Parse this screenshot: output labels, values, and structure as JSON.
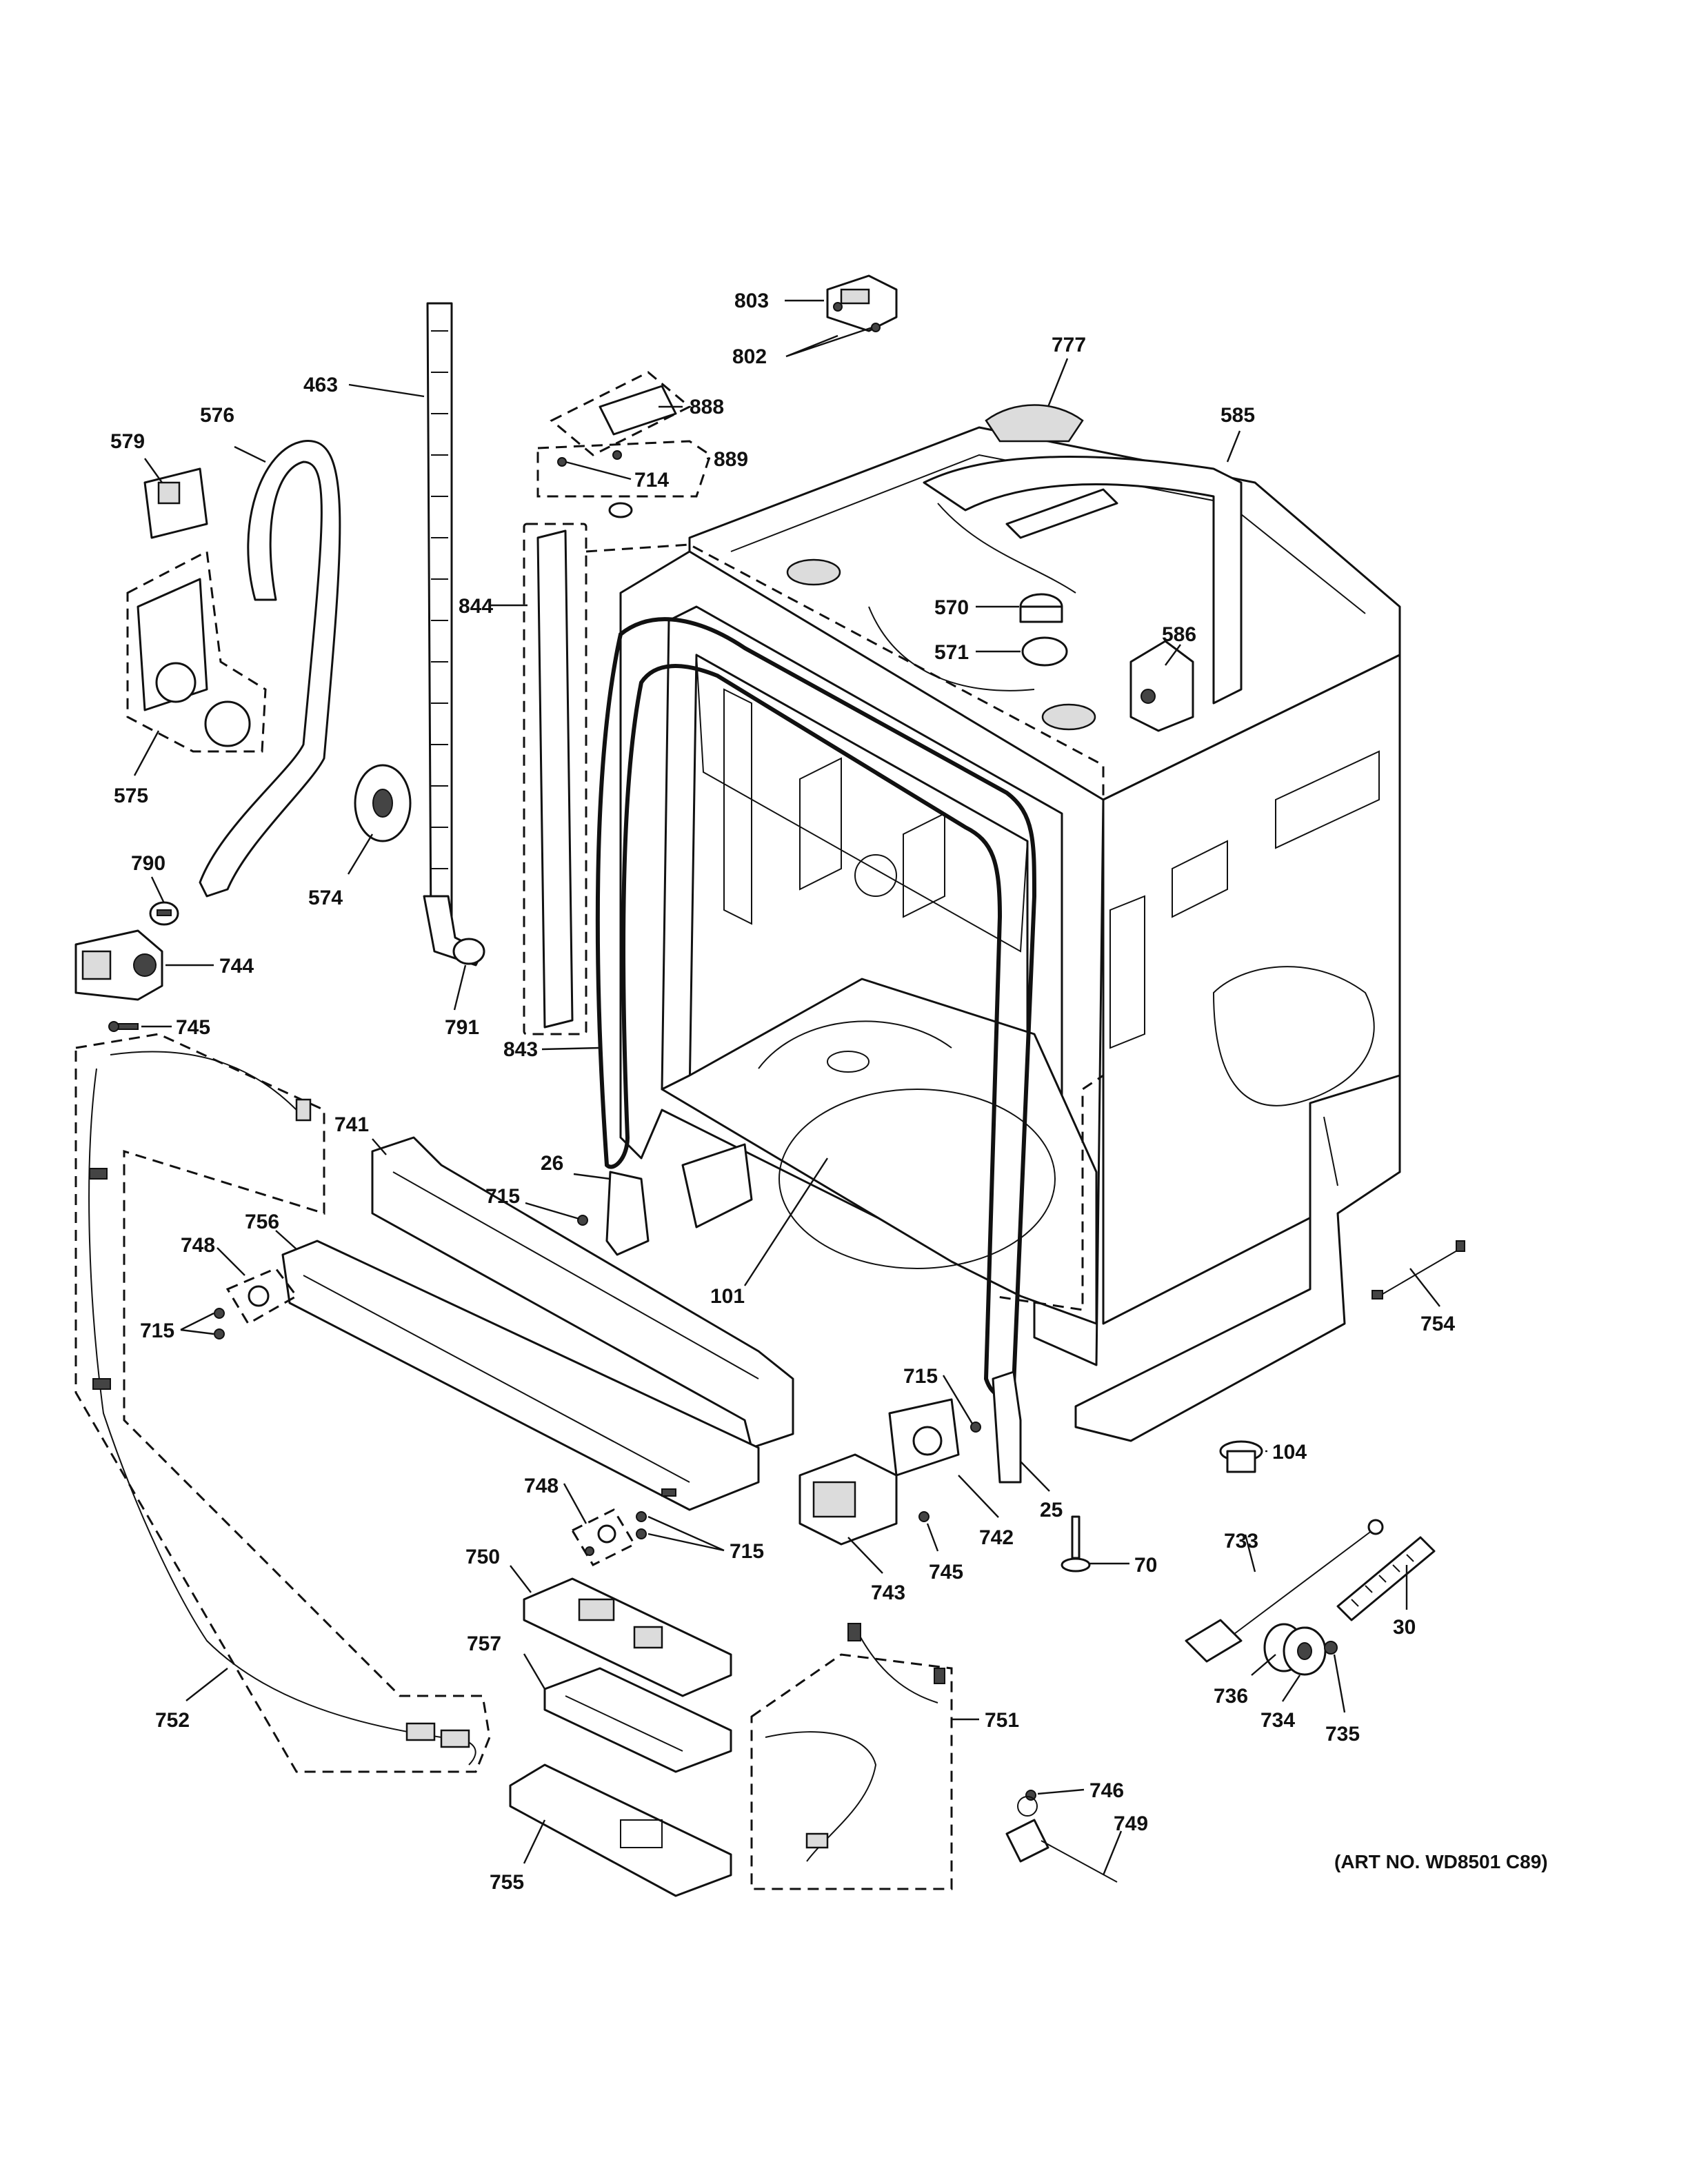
{
  "art_number": "(ART NO. WD8501 C89)",
  "callouts": [
    {
      "id": "c803",
      "text": "803"
    },
    {
      "id": "c802",
      "text": "802"
    },
    {
      "id": "c777",
      "text": "777"
    },
    {
      "id": "c888",
      "text": "888"
    },
    {
      "id": "c889",
      "text": "889"
    },
    {
      "id": "c714",
      "text": "714"
    },
    {
      "id": "c585",
      "text": "585"
    },
    {
      "id": "c463",
      "text": "463"
    },
    {
      "id": "c576",
      "text": "576"
    },
    {
      "id": "c579",
      "text": "579"
    },
    {
      "id": "c844",
      "text": "844"
    },
    {
      "id": "c570",
      "text": "570"
    },
    {
      "id": "c571",
      "text": "571"
    },
    {
      "id": "c586",
      "text": "586"
    },
    {
      "id": "c575",
      "text": "575"
    },
    {
      "id": "c574",
      "text": "574"
    },
    {
      "id": "c790",
      "text": "790"
    },
    {
      "id": "c744",
      "text": "744"
    },
    {
      "id": "c791",
      "text": "791"
    },
    {
      "id": "c745a",
      "text": "745"
    },
    {
      "id": "c843",
      "text": "843"
    },
    {
      "id": "c741",
      "text": "741"
    },
    {
      "id": "c26",
      "text": "26"
    },
    {
      "id": "c715a",
      "text": "715"
    },
    {
      "id": "c756",
      "text": "756"
    },
    {
      "id": "c748a",
      "text": "748"
    },
    {
      "id": "c715b",
      "text": "715"
    },
    {
      "id": "c101",
      "text": "101"
    },
    {
      "id": "c754",
      "text": "754"
    },
    {
      "id": "c715c",
      "text": "715"
    },
    {
      "id": "c104",
      "text": "104"
    },
    {
      "id": "c25",
      "text": "25"
    },
    {
      "id": "c742",
      "text": "742"
    },
    {
      "id": "c748b",
      "text": "748"
    },
    {
      "id": "c715d",
      "text": "715"
    },
    {
      "id": "c745b",
      "text": "745"
    },
    {
      "id": "c743",
      "text": "743"
    },
    {
      "id": "c733",
      "text": "733"
    },
    {
      "id": "c70",
      "text": "70"
    },
    {
      "id": "c750",
      "text": "750"
    },
    {
      "id": "c30",
      "text": "30"
    },
    {
      "id": "c736",
      "text": "736"
    },
    {
      "id": "c734",
      "text": "734"
    },
    {
      "id": "c735",
      "text": "735"
    },
    {
      "id": "c757",
      "text": "757"
    },
    {
      "id": "c752",
      "text": "752"
    },
    {
      "id": "c751",
      "text": "751"
    },
    {
      "id": "c746",
      "text": "746"
    },
    {
      "id": "c749",
      "text": "749"
    },
    {
      "id": "c755",
      "text": "755"
    }
  ]
}
